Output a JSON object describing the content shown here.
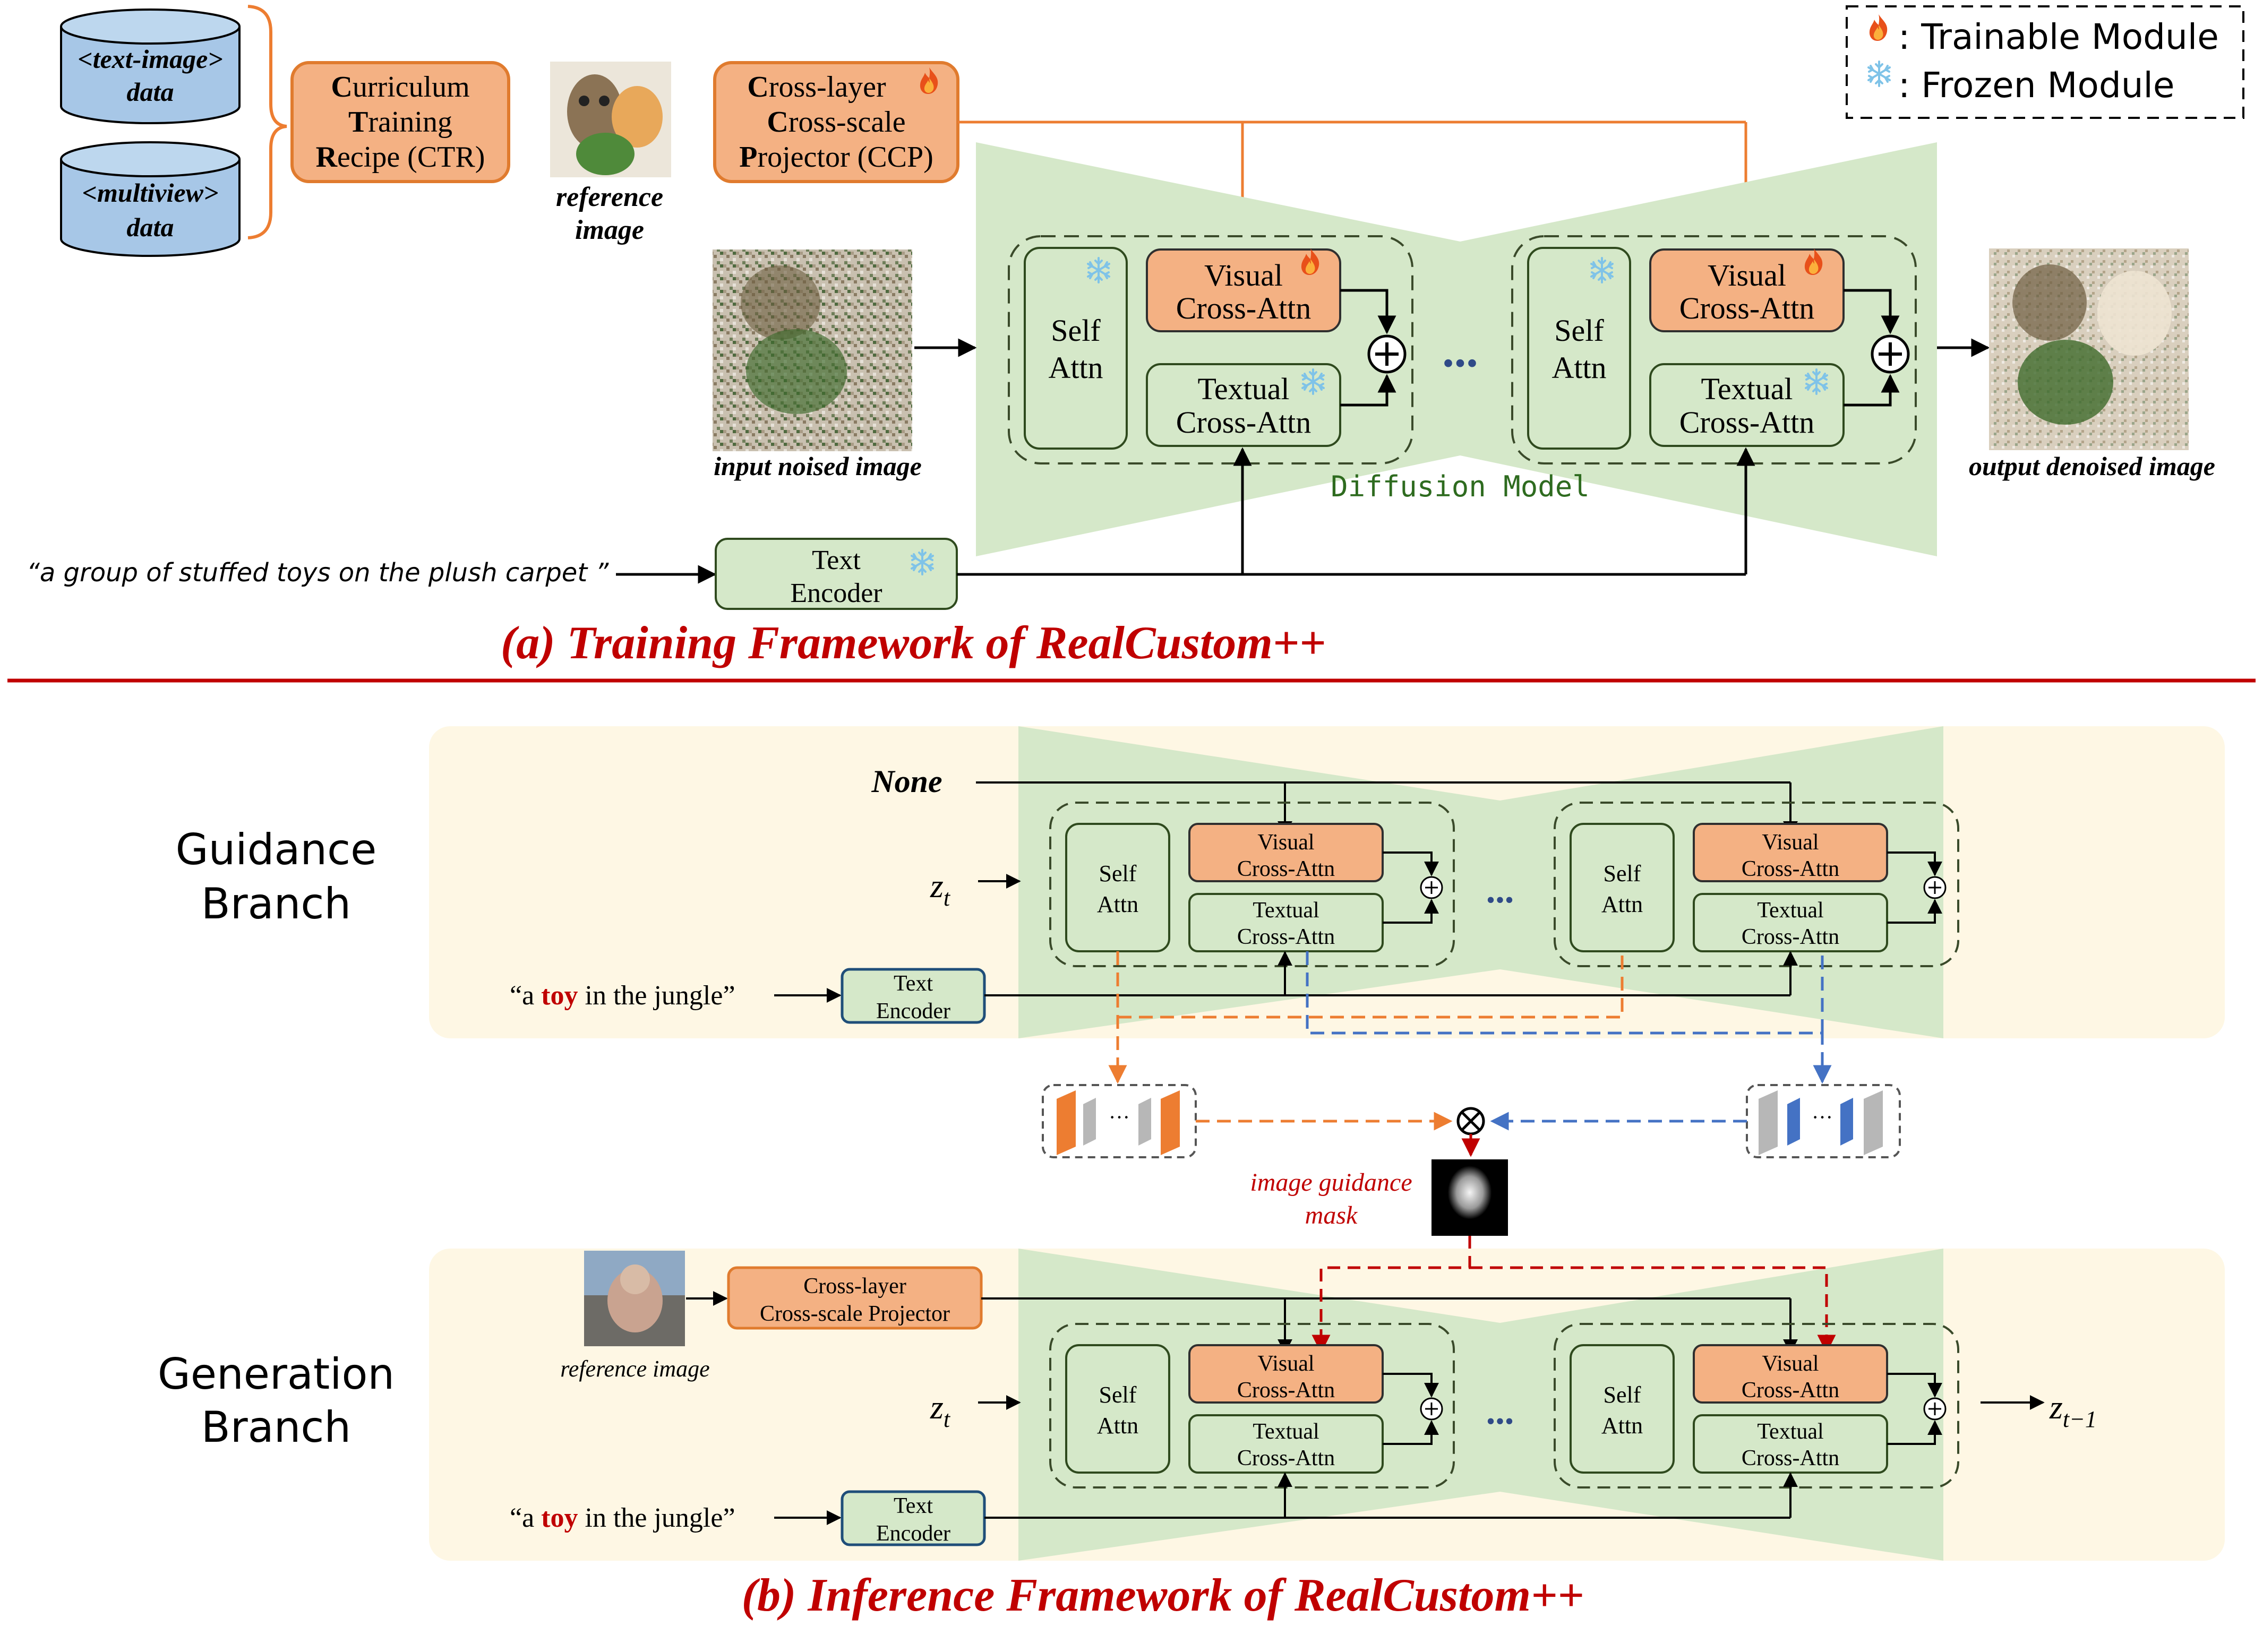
{
  "legend": {
    "trainable": ": Trainable Module",
    "frozen": ": Frozen Module",
    "trainable_icon": "fire-icon",
    "frozen_icon": "snowflake-icon"
  },
  "training": {
    "data_text_image": [
      "<text-image>",
      "data"
    ],
    "data_multiview": [
      "<multiview>",
      "data"
    ],
    "ctr": [
      [
        "C",
        "urriculum"
      ],
      [
        "T",
        "raining"
      ],
      [
        "R",
        "ecipe (CTR)"
      ]
    ],
    "ccp": [
      [
        "C",
        "ross-layer"
      ],
      [
        "C",
        "ross-scale"
      ],
      [
        "P",
        "rojector (CCP)"
      ]
    ],
    "reference_image_caption": [
      "reference",
      "image"
    ],
    "input_caption": "input noised image",
    "output_caption": "output denoised image",
    "self_attn": [
      "Self",
      "Attn"
    ],
    "visual_ca": [
      "Visual",
      "Cross-Attn"
    ],
    "textual_ca": [
      "Textual",
      "Cross-Attn"
    ],
    "ellipsis": "...",
    "diffusion_label": "Diffusion Model",
    "prompt": "“a group of stuffed toys on the plush carpet ”",
    "text_encoder": [
      "Text",
      "Encoder"
    ],
    "title": "(a) Training Framework of RealCustom++"
  },
  "inference": {
    "guidance_label": [
      "Guidance",
      "Branch"
    ],
    "generation_label": [
      "Generation",
      "Branch"
    ],
    "none_label": "None",
    "zt": "z",
    "zt_sub": "t",
    "zt1_sub": "t−1",
    "prompt_parts": [
      "“a ",
      "toy",
      " in the jungle”"
    ],
    "text_encoder": [
      "Text",
      "Encoder"
    ],
    "self_attn": [
      "Self",
      "Attn"
    ],
    "visual_ca": [
      "Visual",
      "Cross-Attn"
    ],
    "textual_ca": [
      "Textual",
      "Cross-Attn"
    ],
    "ellipsis": "...",
    "ellipsis_small": "···",
    "ccp": [
      "Cross-layer",
      "Cross-scale Projector"
    ],
    "reference_image_caption": "reference image",
    "mask_caption": [
      "image guidance",
      "mask"
    ],
    "title": "(b) Inference Framework of RealCustom++"
  },
  "colors": {
    "orange_fill": "#F4B183",
    "orange_stroke": "#E07B2E",
    "orange_line": "#ED7D31",
    "green_fill": "#D5E8C9",
    "green_block": "#C6E0B4",
    "green_stroke": "#3A6B2A",
    "blue_fill": "#A7C7E7",
    "blue_line": "#4472C4",
    "dark_red": "#C00000",
    "beige": "#FEF7E4",
    "diffusion_text": "#2E6B1F"
  }
}
